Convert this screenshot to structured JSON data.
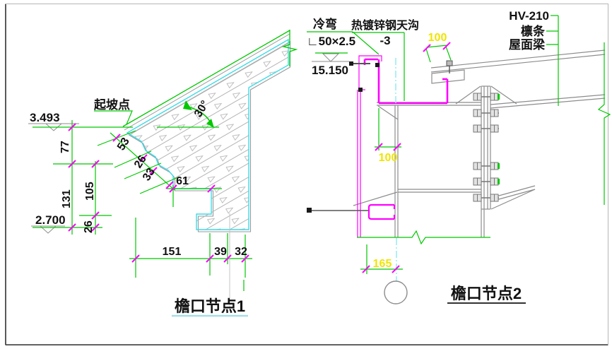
{
  "drawing": {
    "left_detail": {
      "title": "檐口节点1",
      "slope_point_label": "起坡点",
      "angle_label": "30°",
      "elevation_top": "3.493",
      "elevation_bottom": "2.700",
      "dims": {
        "v77": "77",
        "v131": "131",
        "v105": "105",
        "v26": "26",
        "slope53": "53",
        "slope26": "26",
        "slope33": "33",
        "h61": "61",
        "h151": "151",
        "h39": "39",
        "h32": "32"
      }
    },
    "right_detail": {
      "title": "檐口节点2",
      "labels": {
        "cold_bend": "冷弯",
        "angle_spec": "∟50×2.5",
        "gutter": "热镀锌钢天沟",
        "gutter_thickness": "-3",
        "member_code": "HV-210",
        "purlin": "檩条",
        "roof_beam": "屋面梁"
      },
      "elevation": "15.150",
      "dims": {
        "purlin_offset": "100",
        "web_offset": "100",
        "edge_165": "165"
      }
    },
    "colors": {
      "dimension_green": "#00c800",
      "tick_magenta": "#ff00ff",
      "slab_cyan": "#3ddbe8",
      "centerline_cyan": "#8ee9f2",
      "dim_text_yellow": "#f0e400",
      "structure_gray": "#8c8c8c"
    }
  }
}
